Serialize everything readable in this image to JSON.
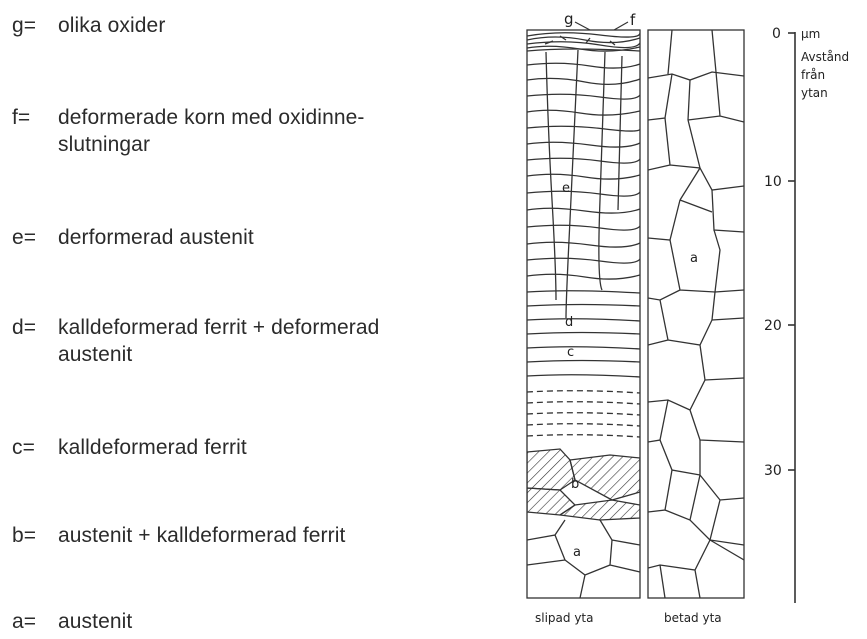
{
  "legend": [
    {
      "key": "g=",
      "lines": [
        "olika oxider"
      ]
    },
    {
      "key": "f=",
      "lines": [
        "deformerade korn med oxidinne-",
        "slutningar"
      ]
    },
    {
      "key": "e=",
      "lines": [
        "derformerad austenit"
      ]
    },
    {
      "key": "d=",
      "lines": [
        "kalldeformerad ferrit + deformerad",
        "austenit"
      ]
    },
    {
      "key": "c=",
      "lines": [
        "kalldeformerad ferrit"
      ]
    },
    {
      "key": "b=",
      "lines": [
        "austenit + kalldeformerad ferrit"
      ]
    },
    {
      "key": "a=",
      "lines": [
        "austenit"
      ]
    }
  ],
  "columns": {
    "left_caption": "slipad yta",
    "right_caption": "betad yta",
    "left_labels": {
      "g": "g",
      "f": "f",
      "e": "e",
      "d": "d",
      "c": "c",
      "b": "b",
      "a": "a"
    },
    "right_labels": {
      "a": "a"
    }
  },
  "scale": {
    "unit": "µm",
    "title_lines": [
      "Avstånd",
      "från",
      "ytan"
    ],
    "ticks": [
      "0",
      "10",
      "20",
      "30"
    ]
  }
}
